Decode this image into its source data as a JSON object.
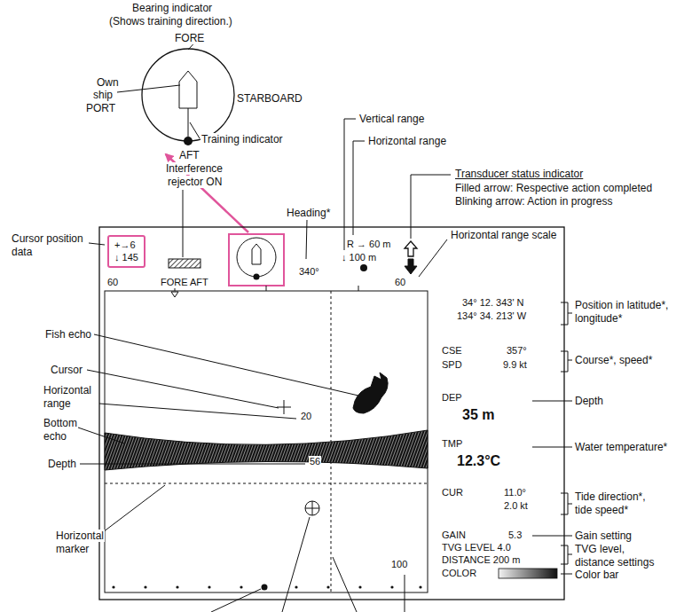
{
  "diagram": {
    "nodes": [
      {
        "text": [
          "+→6",
          "↓ 145"
        ]
      }
    ],
    "labels": [
      "Bearing indicator",
      "(Shows training direction.)",
      "FORE",
      "Own",
      "ship",
      "PORT",
      "STARBOARD",
      "Training indicator",
      "AFT",
      "Interference",
      "rejector ON",
      "Cursor position",
      "data",
      "Heading*",
      "340°",
      "Vertical range",
      "Horizontal range",
      "Transducer status indicator",
      "Filled arrow: Respective action completed",
      "Blinking arrow: Action in progress",
      "Horizontal range scale",
      "R → 60 m",
      "↓ 100 m",
      "60",
      "FORE AFT",
      "60",
      "Fish echo",
      "Cursor",
      "Horizontal",
      "range",
      "Bottom",
      "echo",
      "Depth",
      "Horizontal",
      "marker",
      "20",
      "56",
      "100",
      "34° 12. 343' N",
      "134° 34. 213' W",
      "Position in latitude*,",
      "longitude*",
      "CSE",
      "357°",
      "SPD",
      "9.9 kt",
      "Course*, speed*",
      "DEP",
      "35 m",
      "Depth",
      "TMP",
      "12.3°C",
      "Water temperature*",
      "CUR",
      "11.0°",
      "2.0 kt",
      "Tide direction*,",
      "tide speed*",
      "GAIN",
      "5.3",
      "Gain setting",
      "TVG LEVEL 4.0",
      "DISTANCE 200 m",
      "COLOR",
      "TVG level,",
      "distance settings",
      "Color bar"
    ]
  }
}
